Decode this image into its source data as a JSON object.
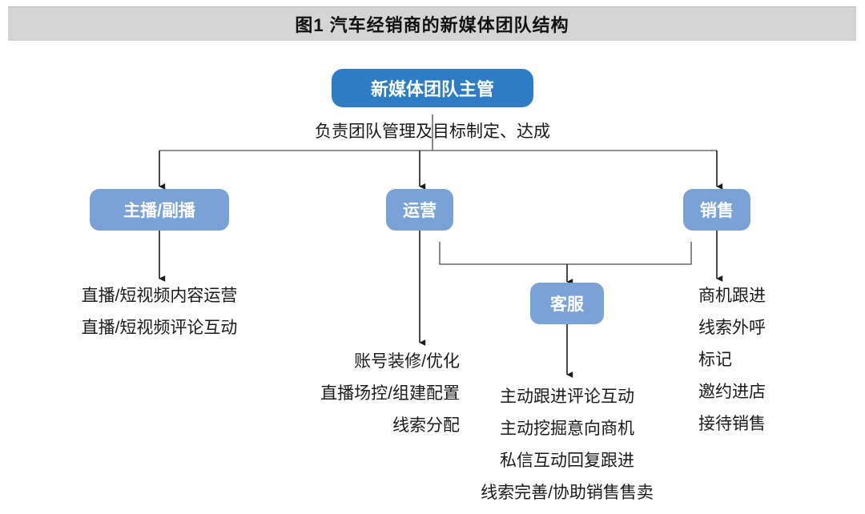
{
  "header": {
    "title": "图1  汽车经销商的新媒体团队结构",
    "background_color": "#d4d4d4"
  },
  "colors": {
    "root_node": "#2e7dc4",
    "branch_node": "#7ba2d7",
    "connector": "#6b6b6b",
    "text": "#1a1a1a",
    "page_background": "#ffffff"
  },
  "chart_data": {
    "type": "diagram",
    "title": "图1  汽车经销商的新媒体团队结构",
    "diagram_kind": "organization-chart",
    "nodes": [
      {
        "id": "root",
        "label": "新媒体团队主管",
        "level": 0,
        "color": "#2e7dc4"
      },
      {
        "id": "anchor",
        "label": "主播/副播",
        "level": 1,
        "color": "#7ba2d7"
      },
      {
        "id": "ops",
        "label": "运营",
        "level": 1,
        "color": "#7ba2d7"
      },
      {
        "id": "sales",
        "label": "销售",
        "level": 1,
        "color": "#7ba2d7"
      },
      {
        "id": "service",
        "label": "客服",
        "level": 2,
        "color": "#7ba2d7"
      }
    ],
    "edges": [
      {
        "from": "root",
        "to": "anchor"
      },
      {
        "from": "root",
        "to": "ops"
      },
      {
        "from": "root",
        "to": "sales"
      },
      {
        "from": "ops",
        "to": "service"
      },
      {
        "from": "sales",
        "to": "service"
      }
    ]
  },
  "diagram": {
    "root": {
      "label": "新媒体团队主管",
      "subtitle": "负责团队管理及目标制定、达成"
    },
    "branches": [
      {
        "label": "主播/副播",
        "duties": [
          "直播/短视频内容运营",
          "直播/短视频评论互动"
        ]
      },
      {
        "label": "运营",
        "duties": [
          "账号装修/优化",
          "直播场控/组建配置",
          "线索分配"
        ]
      },
      {
        "label": "销售",
        "duties": [
          "商机跟进",
          "线索外呼",
          "标记",
          "邀约进店",
          "接待销售"
        ]
      }
    ],
    "sub_branch": {
      "label": "客服",
      "duties": [
        "主动跟进评论互动",
        "主动挖掘意向商机",
        "私信互动回复跟进",
        "线索完善/协助销售售卖"
      ]
    }
  }
}
